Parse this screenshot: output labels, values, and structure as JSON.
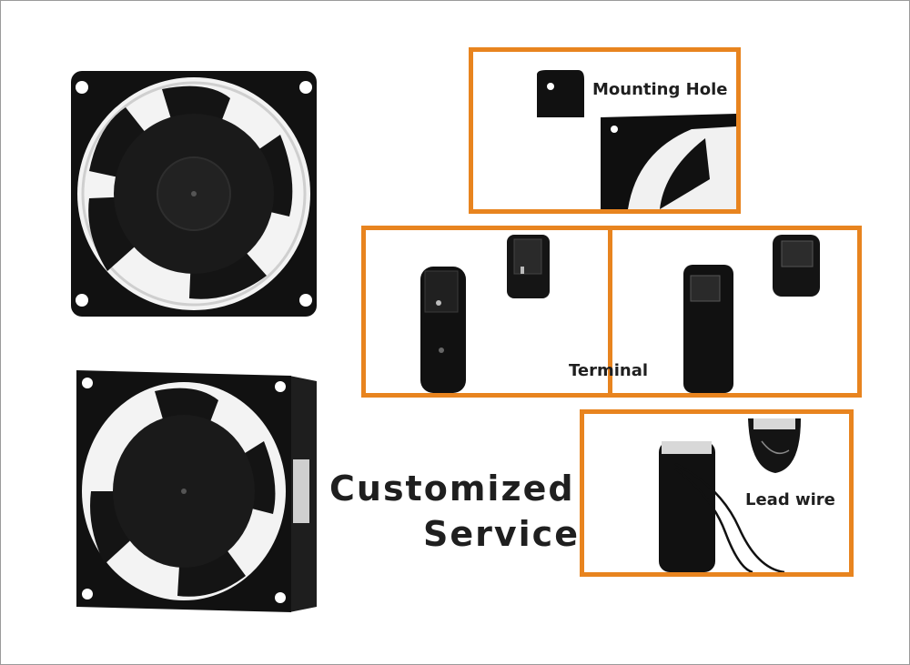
{
  "headline": {
    "line1": "Customized",
    "line2": "Service"
  },
  "panels": {
    "mounting_hole": {
      "label": "Mounting Hole"
    },
    "terminal": {
      "label": "Terminal"
    },
    "lead_wire": {
      "label": "Lead wire"
    }
  },
  "colors": {
    "panel_border": "#e8841f",
    "fan_body": "#0f0f0f",
    "text": "#1f1f1f",
    "background": "#ffffff"
  }
}
